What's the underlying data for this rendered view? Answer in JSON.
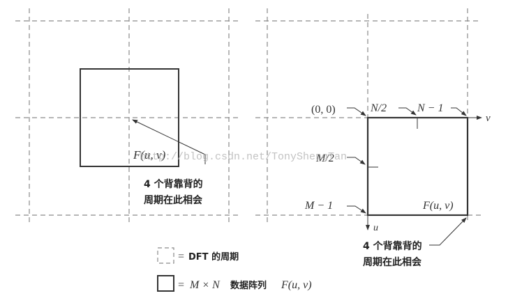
{
  "diagram": {
    "colors": {
      "line": "#333333",
      "dash": "#8a8a8a",
      "text": "#222222",
      "watermark": "#b8b8b8"
    },
    "left_panel": {
      "box_label": "F(u, v)",
      "callout_line1": "4 个背靠背的",
      "callout_line2": "周期在此相会"
    },
    "right_panel": {
      "origin_label": "(0, 0)",
      "n_half_label": "N/2",
      "n_minus_one_label": "N − 1",
      "m_half_label": "M/2",
      "m_minus_one_label": "M − 1",
      "v_axis_label": "v",
      "u_axis_label": "u",
      "box_label": "F(u, v)",
      "callout_line1": "4 个背靠背的",
      "callout_line2": "周期在此相会"
    },
    "legend": {
      "dashed_eq": "=",
      "dashed_text": "DFT 的周期",
      "solid_eq": "=",
      "solid_math": "M × N",
      "solid_text": "数据阵列",
      "solid_func": "F(u, v)"
    },
    "watermark": "http://blog.csdn.net/TonyShengTan"
  }
}
